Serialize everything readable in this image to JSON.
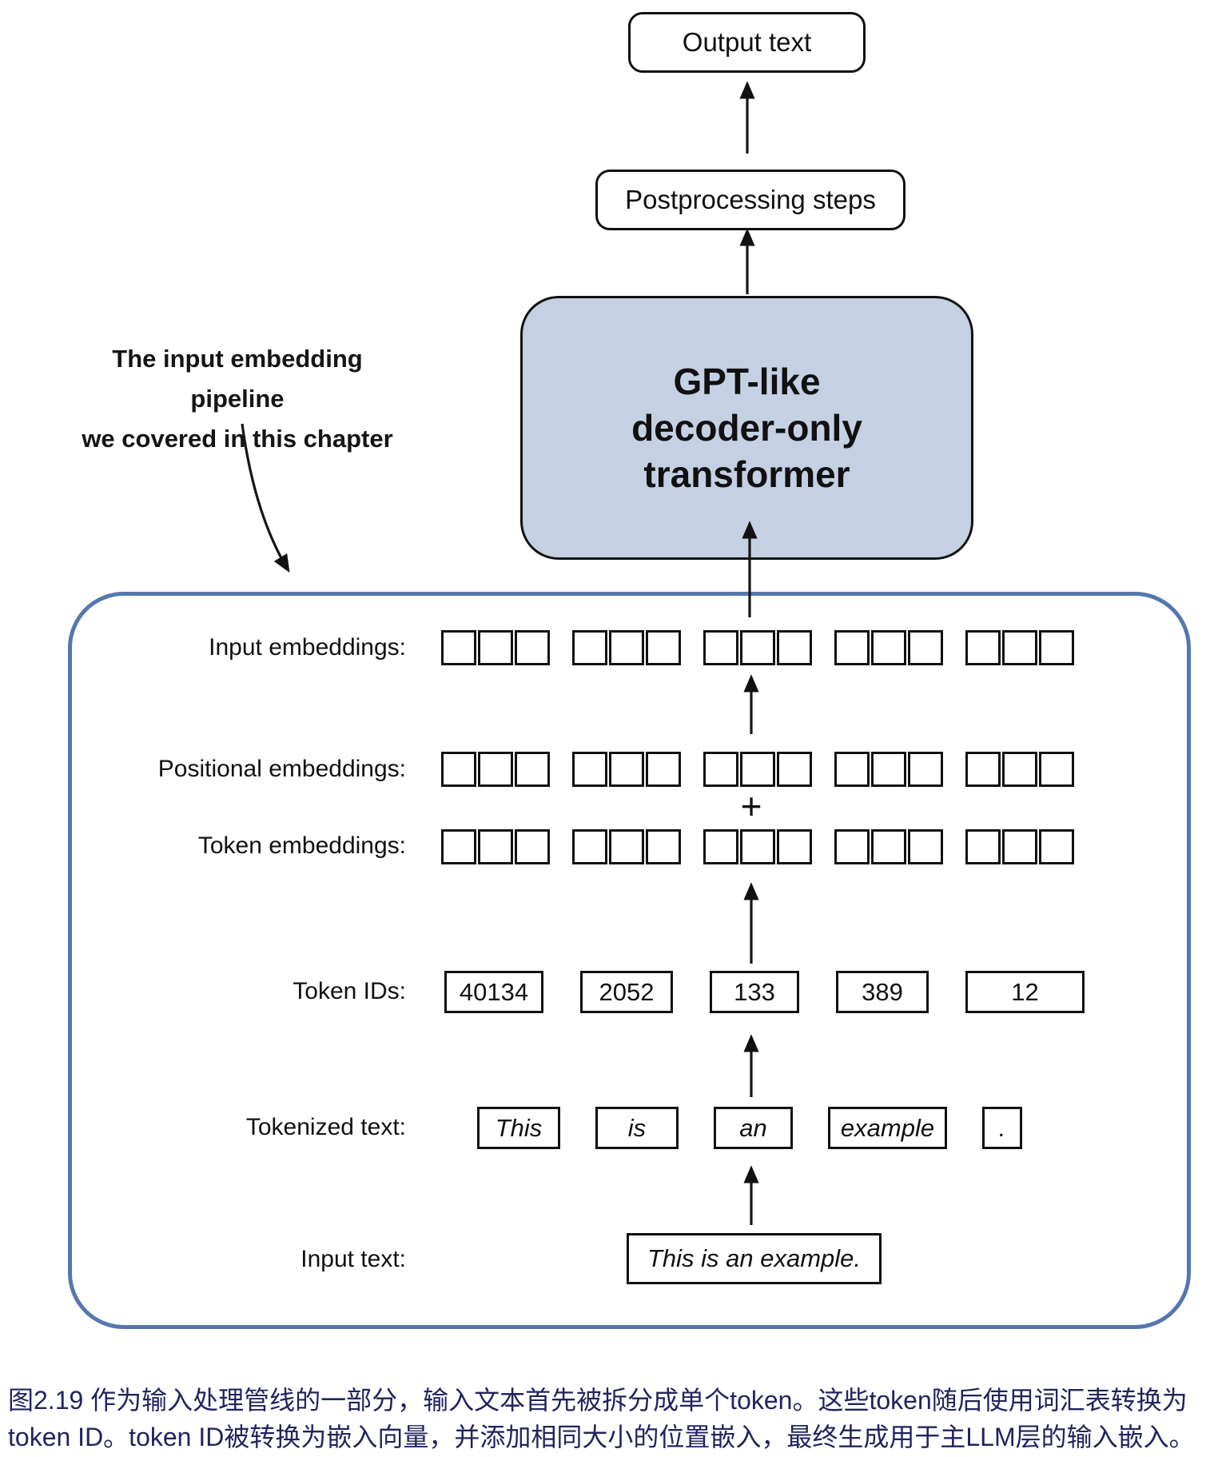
{
  "figure": {
    "top_flow": {
      "output_box": "Output text",
      "postprocessing_box": "Postprocessing steps",
      "gpt_box_lines": [
        "GPT-like",
        "decoder-only",
        "transformer"
      ],
      "gpt_box_fill": "#c5d0e3"
    },
    "annotation": {
      "line1": "The input embedding pipeline",
      "line2": "we covered in this chapter"
    },
    "pipeline": {
      "border_color": "#5577af",
      "embedding_groups": 5,
      "cells_per_group": 3,
      "rows": {
        "input_embeddings_label": "Input embeddings:",
        "positional_embeddings_label": "Positional embeddings:",
        "plus_sign": "+",
        "token_embeddings_label": "Token embeddings:",
        "token_ids_label": "Token IDs:",
        "token_ids": [
          "40134",
          "2052",
          "133",
          "389",
          "12"
        ],
        "tokenized_label": "Tokenized text:",
        "tokens": [
          "This",
          "is",
          "an",
          "example",
          "."
        ],
        "input_text_label": "Input text:",
        "input_text": "This is an example."
      }
    },
    "caption": {
      "line1": "图2.19 作为输入处理管线的一部分，输入文本首先被拆分成单个token。这些token随后使用词汇表转换为",
      "line2": "token ID。token ID被转换为嵌入向量，并添加相同大小的位置嵌入，最终生成用于主LLM层的输入嵌入。",
      "color": "#23235f"
    }
  }
}
